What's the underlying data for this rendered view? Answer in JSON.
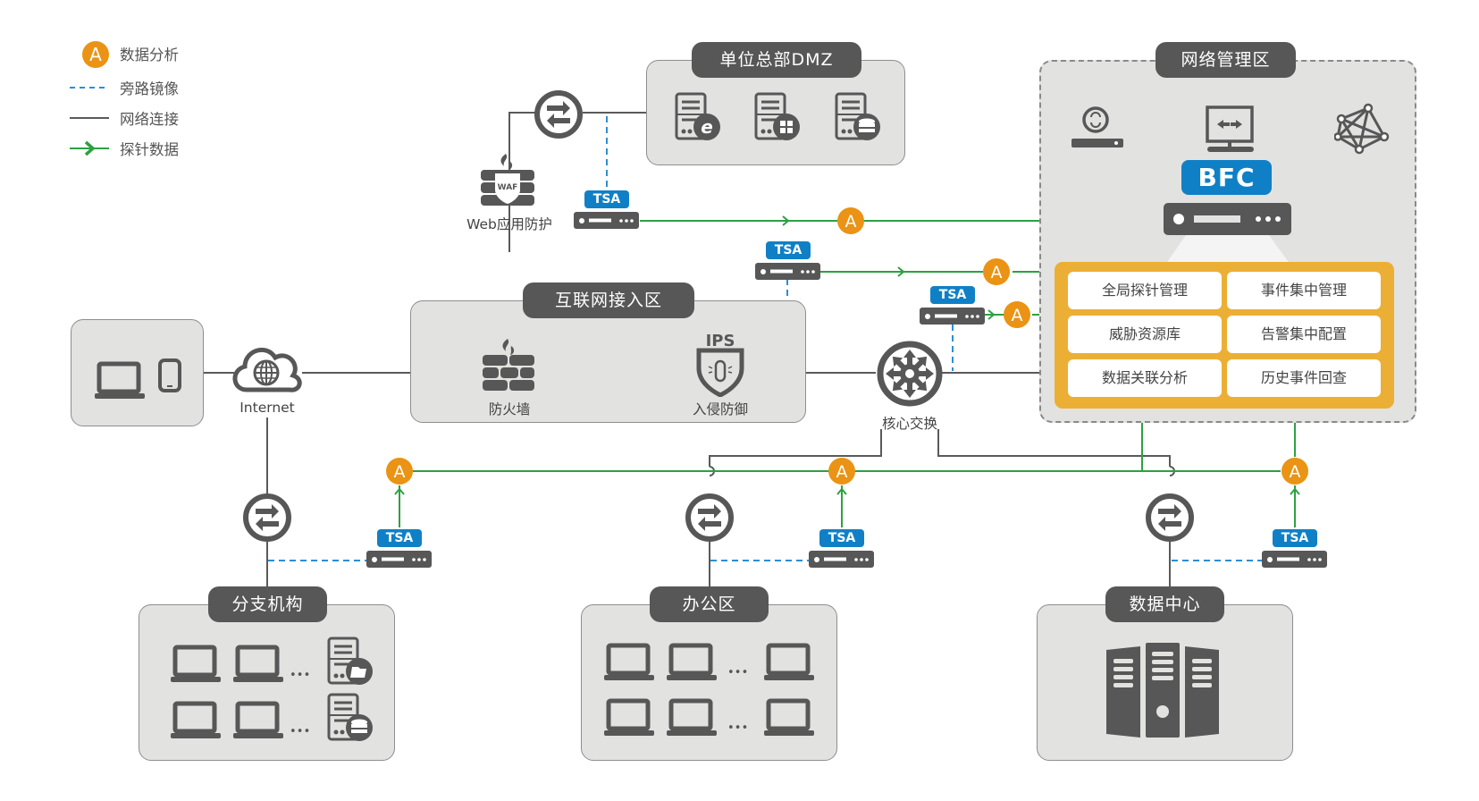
{
  "legend": {
    "items": [
      {
        "icon": "analysis-badge-icon",
        "badge_text": "A",
        "label": "数据分析"
      },
      {
        "icon": "dashed-blue-line-icon",
        "label": "旁路镜像"
      },
      {
        "icon": "solid-gray-line-icon",
        "label": "网络连接"
      },
      {
        "icon": "green-arrow-line-icon",
        "label": "探针数据"
      }
    ]
  },
  "colors": {
    "network_line": "#5a5a5a",
    "mirror_line": "#2b8fd6",
    "probe_line": "#2ea043",
    "analysis_badge": "#ea9314",
    "tsa_badge": "#1080c6",
    "bfc_badge": "#1080c6",
    "zone_fill": "#e2e2e1",
    "zone_title": "#575757",
    "feature_panel": "#ecaf35",
    "icon_dark": "#575757"
  },
  "zones": {
    "dmz": {
      "title": "单位总部DMZ"
    },
    "management": {
      "title": "网络管理区"
    },
    "internet_access": {
      "title": "互联网接入区"
    },
    "branch": {
      "title": "分支机构"
    },
    "office": {
      "title": "办公区"
    },
    "datacenter": {
      "title": "数据中心"
    }
  },
  "nodes": {
    "internet": "Internet",
    "waf": "Web应用防护",
    "waf_badge": "WAF",
    "firewall": "防火墙",
    "ips": "入侵防御",
    "ips_badge": "IPS",
    "core_switch": "核心交换"
  },
  "tsa_label": "TSA",
  "analysis_label": "A",
  "bfc": {
    "label": "BFC",
    "features": [
      "全局探针管理",
      "事件集中管理",
      "威胁资源库",
      "告警集中配置",
      "数据关联分析",
      "历史事件回查"
    ]
  },
  "ellipsis": "• • •"
}
